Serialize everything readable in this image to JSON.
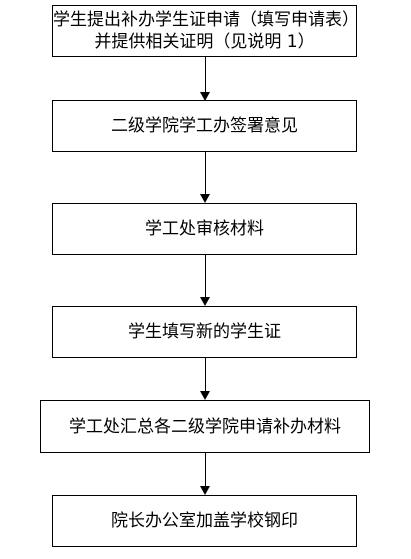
{
  "flowchart": {
    "steps": [
      {
        "lines": [
          "学生提出补办学生证申请（填写申请表）",
          "并提供相关证明（见说明 1）"
        ]
      },
      {
        "lines": [
          "二级学院学工办签署意见"
        ]
      },
      {
        "lines": [
          "学工处审核材料"
        ]
      },
      {
        "lines": [
          "学生填写新的学生证"
        ]
      },
      {
        "lines": [
          "学工处汇总各二级学院申请补办材料"
        ]
      },
      {
        "lines": [
          "院长办公室加盖学校钢印"
        ]
      }
    ]
  }
}
